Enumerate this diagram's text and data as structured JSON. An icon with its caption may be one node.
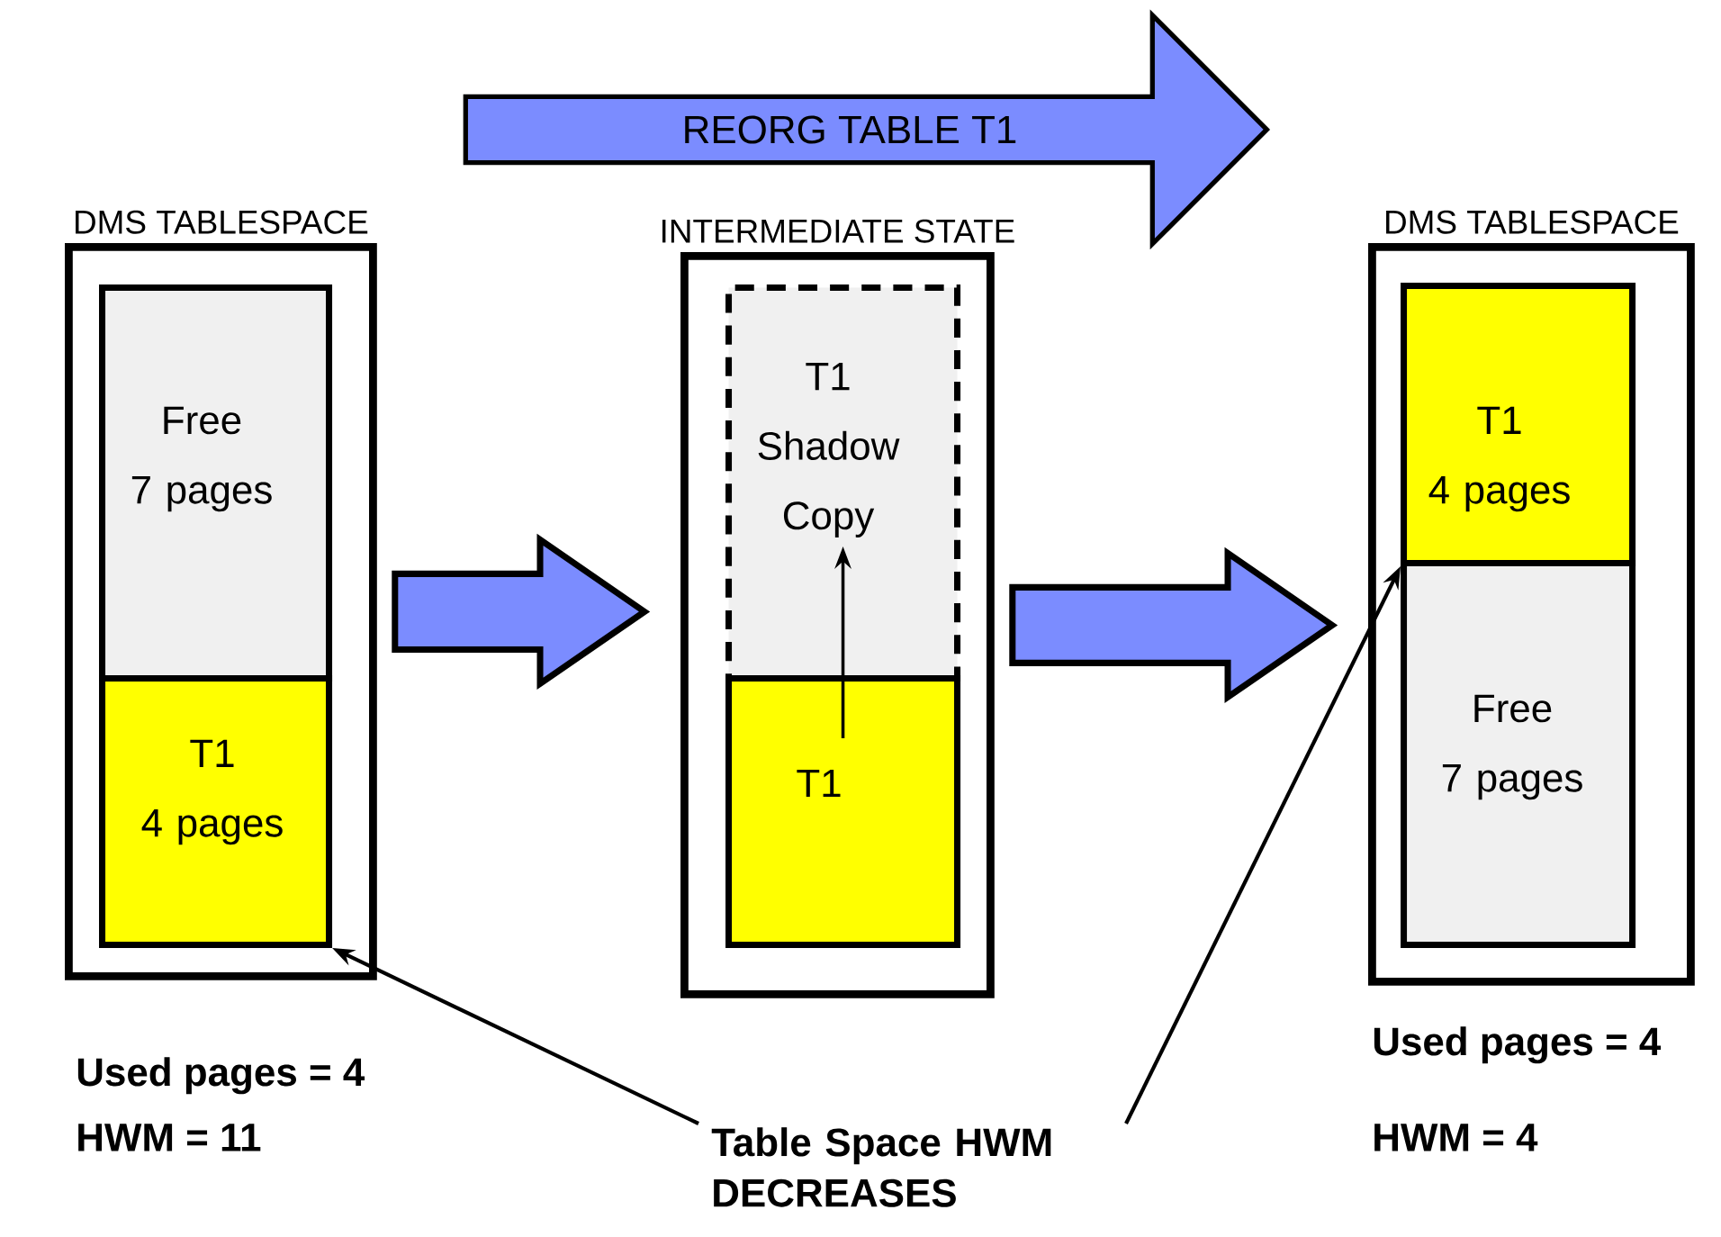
{
  "diagram": {
    "nodes": [
      {
        "text": [
          "REORG TABLE T1"
        ]
      },
      {
        "text": [
          "DMS TABLESPACE"
        ]
      },
      {
        "text": [
          "Free",
          "7 pages"
        ],
        "in": 1
      },
      {
        "text": [
          "T1",
          "4 pages"
        ],
        "in": 1
      },
      {
        "text": [
          "INTERMEDIATE STATE"
        ]
      },
      {
        "text": [
          "T1",
          "Shadow Copy"
        ],
        "in": 4
      },
      {
        "text": [
          "T1"
        ],
        "in": 4
      },
      {
        "text": [
          "DMS TABLESPACE"
        ]
      },
      {
        "text": [
          "T1",
          "4 pages"
        ],
        "in": 7
      },
      {
        "text": [
          "Free",
          "7 pages"
        ],
        "in": 7
      },
      {
        "text": [
          "Table Space HWM DECREASES"
        ]
      }
    ],
    "edges": [
      {
        "from": 1,
        "to": 4,
        "arrow": "to",
        "style": "thick"
      },
      {
        "from": 4,
        "to": 7,
        "arrow": "to",
        "style": "thick"
      },
      {
        "from": 6,
        "to": 5,
        "arrow": "to"
      },
      {
        "from": 10,
        "to": 3,
        "arrow": "to"
      },
      {
        "from": 10,
        "to": 8,
        "arrow": "to"
      }
    ],
    "labels": [
      "Used pages = 4",
      "HWM = 11",
      "Used pages = 4",
      "HWM = 4"
    ]
  }
}
